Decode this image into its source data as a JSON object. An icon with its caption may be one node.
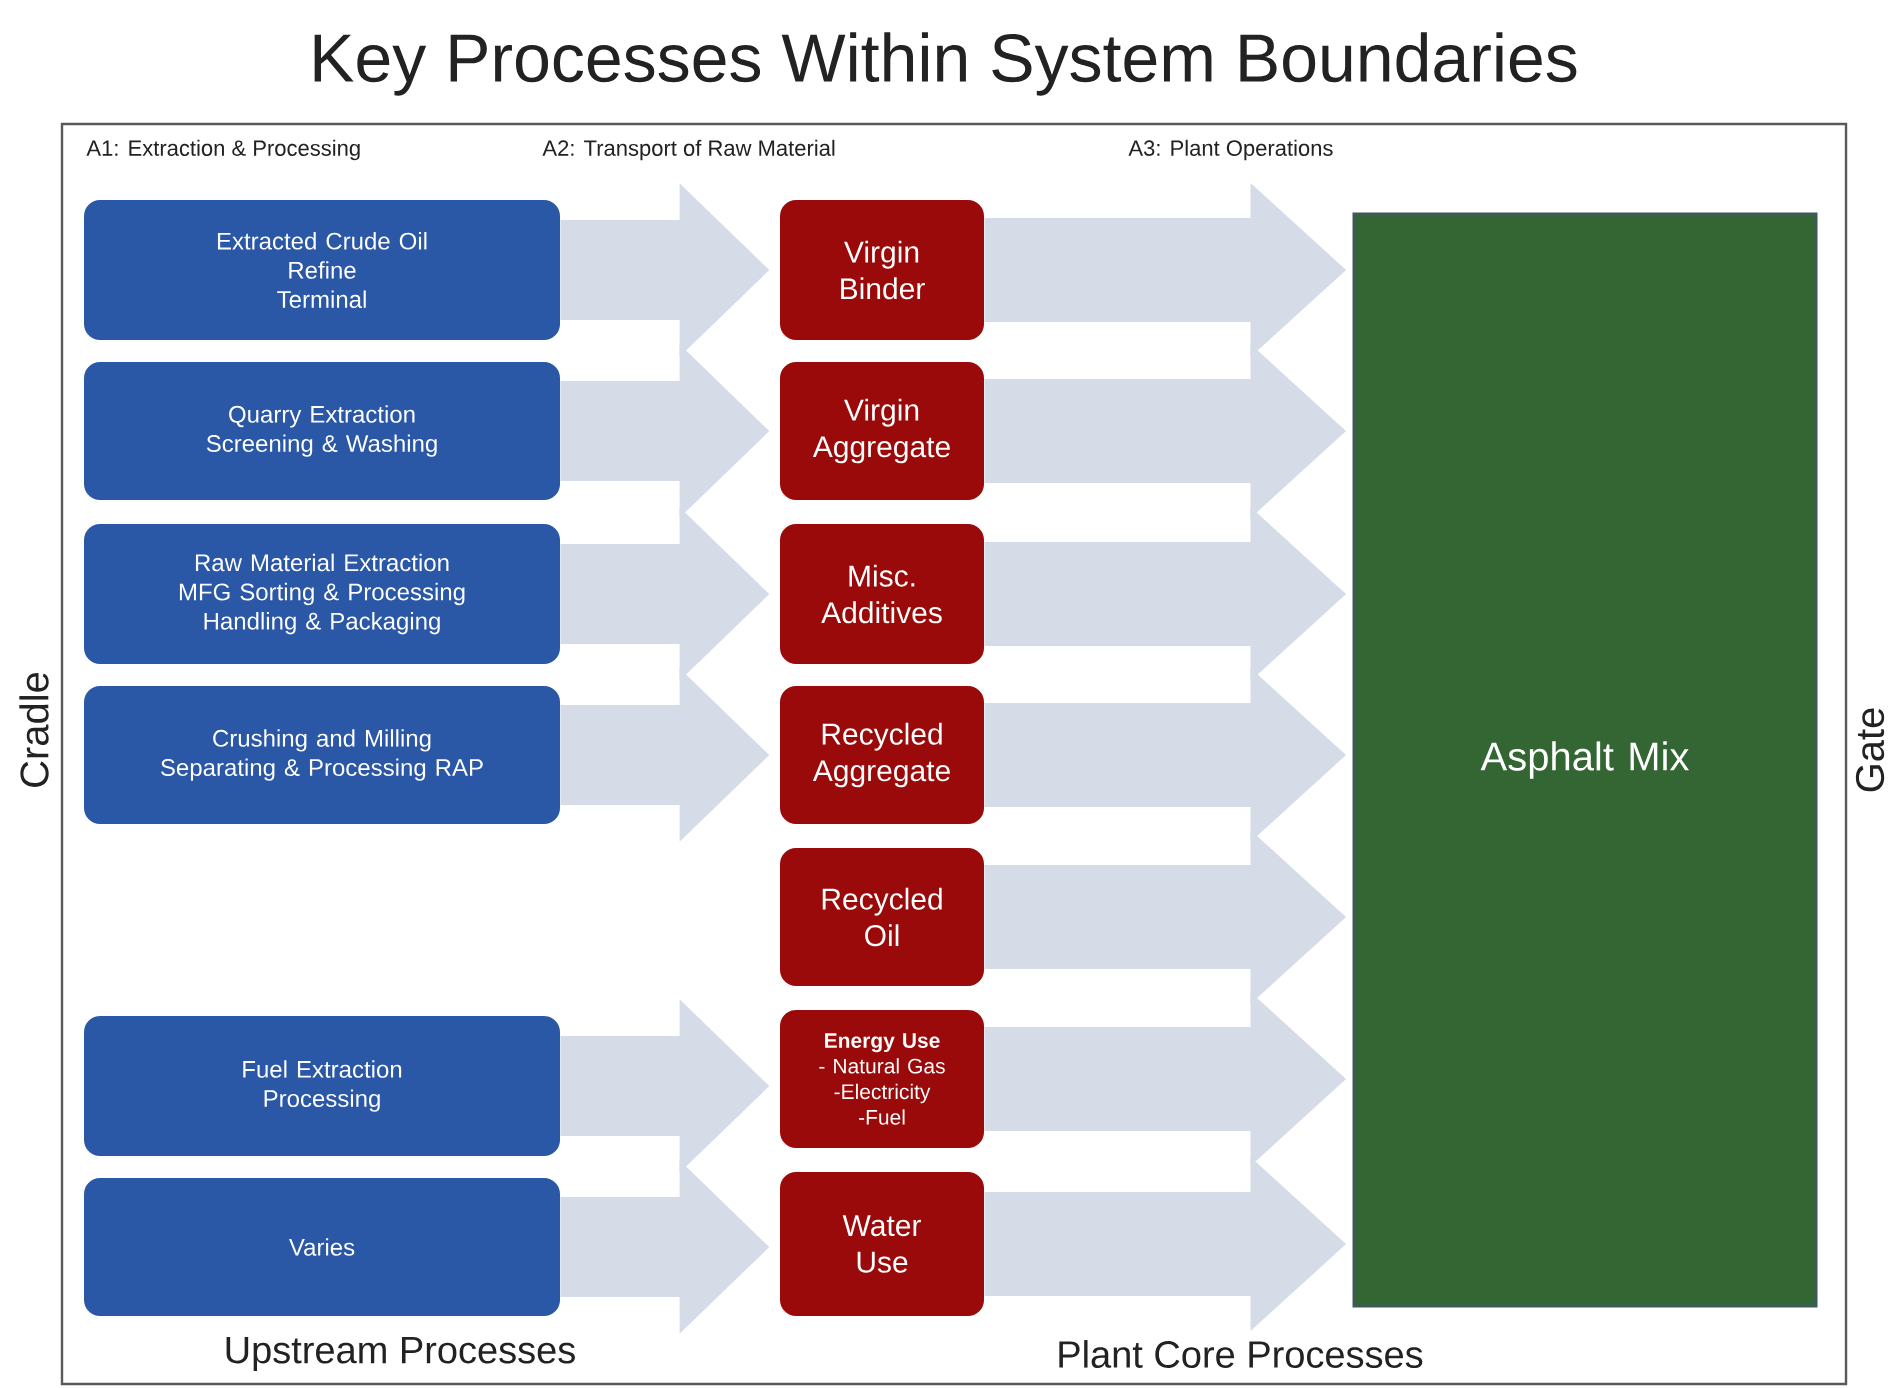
{
  "diagram": {
    "title": "Key Processes Within System Boundaries",
    "nodes": [
      {
        "text": [
          "Extracted Crude Oil",
          "Refine",
          "Terminal"
        ]
      },
      {
        "text": [
          "Quarry Extraction",
          "Screening & Washing"
        ]
      },
      {
        "text": [
          "Raw Material Extraction",
          "MFG Sorting & Processing",
          "Handling & Packaging"
        ]
      },
      {
        "text": [
          "Crushing and Milling",
          "Separating & Processing RAP"
        ]
      },
      {
        "text": [
          "Fuel Extraction",
          "Processing"
        ]
      },
      {
        "text": [
          "Varies"
        ]
      },
      {
        "text": [
          "Virgin Binder"
        ]
      },
      {
        "text": [
          "Virgin Aggregate"
        ]
      },
      {
        "text": [
          "Misc. Additives"
        ]
      },
      {
        "text": [
          "Recycled Aggregate"
        ]
      },
      {
        "text": [
          "Recycled Oil"
        ]
      },
      {
        "text": [
          "Energy Use",
          "- Natural Gas",
          "-Electricity",
          "-Fuel"
        ]
      },
      {
        "text": [
          "Water Use"
        ]
      },
      {
        "text": [
          "Asphalt Mix"
        ]
      }
    ],
    "edges": [
      {
        "from": 0,
        "to": 6,
        "arrow": "to"
      },
      {
        "from": 1,
        "to": 7,
        "arrow": "to"
      },
      {
        "from": 2,
        "to": 8,
        "arrow": "to"
      },
      {
        "from": 3,
        "to": 9,
        "arrow": "to"
      },
      {
        "from": 4,
        "to": 11,
        "arrow": "to"
      },
      {
        "from": 5,
        "to": 12,
        "arrow": "to"
      },
      {
        "from": 6,
        "to": 13,
        "arrow": "to"
      },
      {
        "from": 7,
        "to": 13,
        "arrow": "to"
      },
      {
        "from": 8,
        "to": 13,
        "arrow": "to"
      },
      {
        "from": 9,
        "to": 13,
        "arrow": "to"
      },
      {
        "from": 10,
        "to": 13,
        "arrow": "to"
      },
      {
        "from": 11,
        "to": 13,
        "arrow": "to"
      },
      {
        "from": 12,
        "to": 13,
        "arrow": "to"
      }
    ],
    "labels": [
      "A1: Extraction & Processing",
      "A2:  Transport of Raw Material",
      "A3: Plant Operations",
      "Cradle",
      "Gate",
      "Upstream Processes",
      "Plant Core Processes"
    ]
  }
}
